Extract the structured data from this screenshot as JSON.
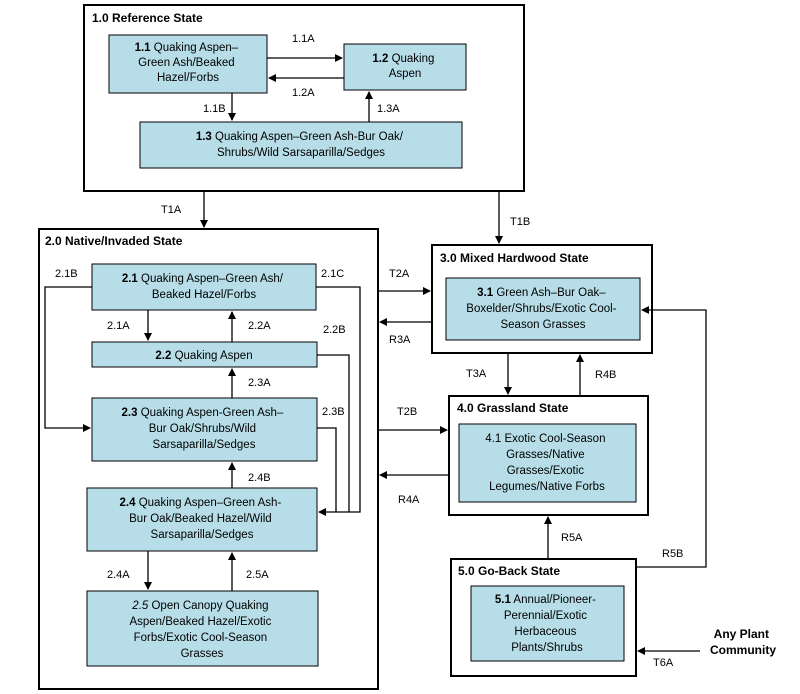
{
  "states": {
    "s1": {
      "title": "1.0  Reference State"
    },
    "s2": {
      "title": "2.0 Native/Invaded State"
    },
    "s3": {
      "title": "3.0  Mixed Hardwood State"
    },
    "s4": {
      "title": "4.0 Grassland State"
    },
    "s5": {
      "title": "5.0 Go-Back State"
    }
  },
  "communities": {
    "c11": {
      "num": "1.1",
      "lines": [
        " Quaking Aspen–",
        "Green Ash/Beaked",
        "Hazel/Forbs"
      ]
    },
    "c12": {
      "num": "1.2",
      "lines": [
        "  Quaking",
        "Aspen"
      ]
    },
    "c13": {
      "num": "1.3",
      "lines": [
        "  Quaking Aspen–Green Ash-Bur Oak/",
        "Shrubs/Wild Sarsaparilla/Sedges"
      ]
    },
    "c21": {
      "num": "2.1",
      "lines": [
        " Quaking Aspen–Green Ash/",
        "Beaked Hazel/Forbs"
      ]
    },
    "c22": {
      "num": "2.2",
      "lines": [
        " Quaking Aspen"
      ]
    },
    "c23": {
      "num": "2.3",
      "lines": [
        " Quaking Aspen-Green Ash–",
        "Bur Oak/Shrubs/Wild",
        "Sarsaparilla/Sedges"
      ]
    },
    "c24": {
      "num": "2.4",
      "lines": [
        " Quaking Aspen–Green Ash-",
        "Bur Oak/Beaked Hazel/Wild",
        "Sarsaparilla/Sedges"
      ]
    },
    "c25": {
      "num": "2.5",
      "lines": [
        " Open Canopy Quaking",
        "Aspen/Beaked Hazel/Exotic",
        "Forbs/Exotic Cool-Season",
        "Grasses"
      ]
    },
    "c31": {
      "num": "3.1",
      "lines": [
        " Green Ash–Bur Oak–",
        "Boxelder/Shrubs/Exotic Cool-",
        "Season Grasses"
      ]
    },
    "c41": {
      "num": "",
      "lines": [
        "4.1  Exotic Cool-Season",
        "Grasses/Native",
        "Grasses/Exotic",
        "Legumes/Native Forbs"
      ]
    },
    "c51": {
      "num": "5.1",
      "lines": [
        " Annual/Pioneer-",
        "Perennial/Exotic",
        "Herbaceous",
        "Plants/Shrubs"
      ]
    }
  },
  "transitions": {
    "t11a": "1.1A",
    "t12a": "1.2A",
    "t11b": "1.1B",
    "t13a": "1.3A",
    "T1A": "T1A",
    "T1B": "T1B",
    "t21b": "2.1B",
    "t21c": "2.1C",
    "t21a": "2.1A",
    "t22a": "2.2A",
    "t22b": "2.2B",
    "t23a": "2.3A",
    "t23b": "2.3B",
    "t24b": "2.4B",
    "t24a": "2.4A",
    "t25a": "2.5A",
    "T2A": "T2A",
    "R3A": "R3A",
    "T3A": "T3A",
    "R4B": "R4B",
    "T2B": "T2B",
    "R4A": "R4A",
    "R5A": "R5A",
    "R5B": "R5B",
    "T6A": "T6A"
  },
  "external": {
    "lines": [
      "Any Plant",
      "Community"
    ]
  },
  "colors": {
    "box_fill": "#b7dee8",
    "line": "#000000",
    "frame": "#000000"
  }
}
